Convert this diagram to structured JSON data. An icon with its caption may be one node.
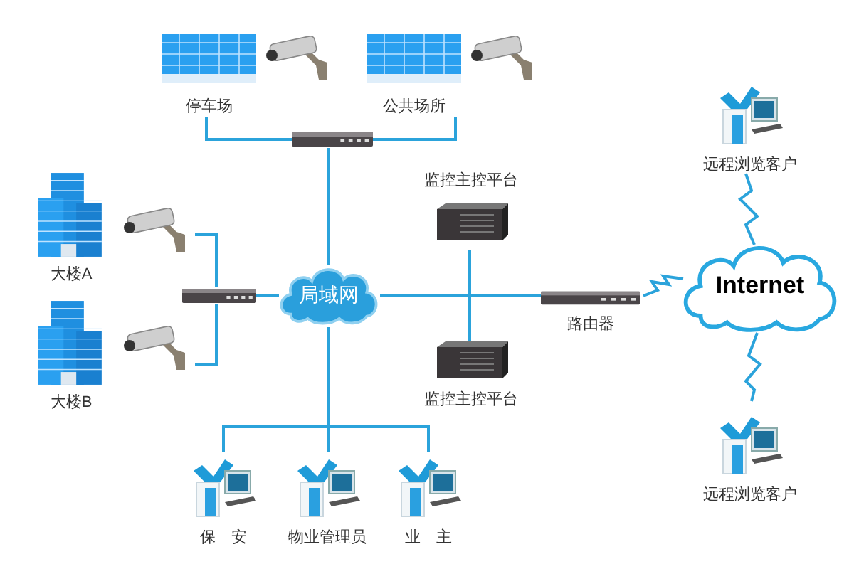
{
  "diagram": {
    "nodes": [
      {
        "text": [
          "停车场"
        ]
      },
      {
        "text": [
          "公共场所"
        ]
      },
      {
        "text": [],
        "shape": "picture"
      },
      {
        "text": [
          "大楼A"
        ]
      },
      {
        "text": [],
        "shape": "picture"
      },
      {
        "text": [
          "大楼B"
        ]
      },
      {
        "text": [],
        "shape": "picture"
      },
      {
        "text": [],
        "shape": "picture"
      },
      {
        "text": [
          "局域网"
        ]
      },
      {
        "text": [
          "监控主控平台"
        ]
      },
      {
        "text": [
          "路由器"
        ]
      },
      {
        "text": [
          "监控主控平台"
        ]
      },
      {
        "text": [
          "Internet"
        ]
      },
      {
        "text": [
          "远程浏览客户"
        ]
      },
      {
        "text": [
          "远程浏览客户"
        ]
      },
      {
        "text": [
          "保　安"
        ]
      },
      {
        "text": [
          "物业管理员"
        ]
      },
      {
        "text": [
          "业　主"
        ]
      }
    ],
    "edges": [
      {
        "from": 0,
        "to": 2,
        "arrow": "none"
      },
      {
        "from": 1,
        "to": 2,
        "arrow": "none"
      },
      {
        "from": 2,
        "to": 8,
        "arrow": "none"
      },
      {
        "from": 4,
        "to": 7,
        "arrow": "none"
      },
      {
        "from": 6,
        "to": 7,
        "arrow": "none"
      },
      {
        "from": 7,
        "to": 8,
        "arrow": "none"
      },
      {
        "from": 8,
        "to": 10,
        "arrow": "none"
      },
      {
        "from": 9,
        "to": 10,
        "arrow": "none"
      },
      {
        "from": 11,
        "to": 10,
        "arrow": "none"
      },
      {
        "from": 10,
        "to": 12,
        "arrow": "none"
      },
      {
        "from": 12,
        "to": 13,
        "arrow": "none"
      },
      {
        "from": 12,
        "to": 14,
        "arrow": "none"
      },
      {
        "from": 8,
        "to": 15,
        "arrow": "none"
      },
      {
        "from": 8,
        "to": 16,
        "arrow": "none"
      },
      {
        "from": 8,
        "to": 17,
        "arrow": "none"
      }
    ]
  }
}
